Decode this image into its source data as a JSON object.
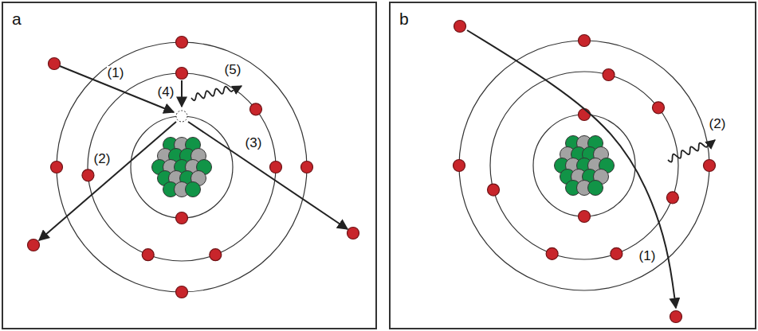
{
  "diagram": {
    "nodes": [
      {
        "text": [
          "a"
        ]
      },
      {
        "text": [
          "b"
        ]
      }
    ],
    "labels": [
      "(1)",
      "(2)",
      "(3)",
      "(4)",
      "(5)",
      "(1)",
      "(2)"
    ]
  }
}
